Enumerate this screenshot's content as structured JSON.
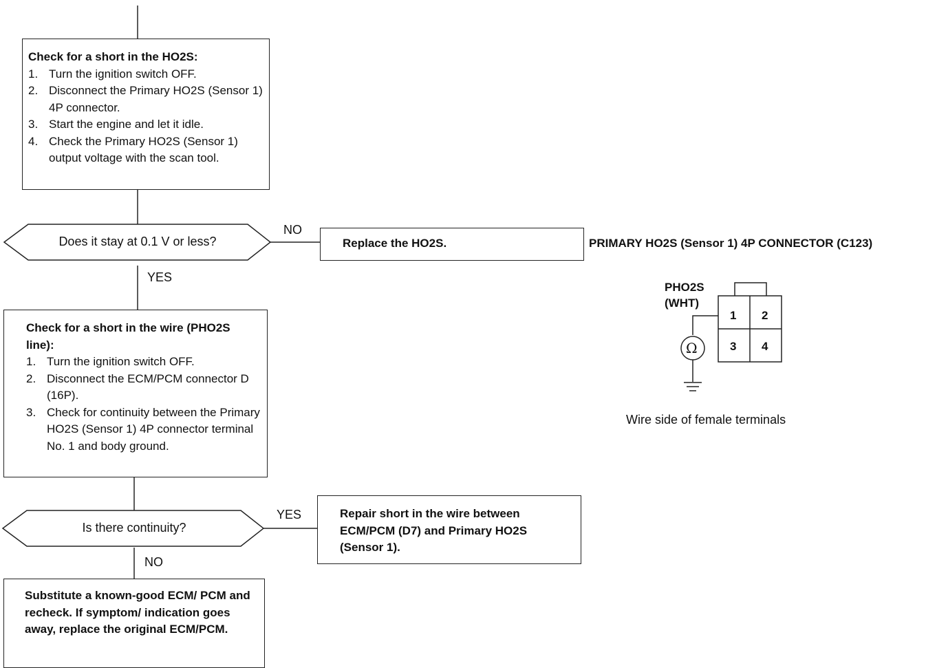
{
  "box1": {
    "title": "Check for a short in the HO2S:",
    "steps": [
      {
        "n": "1.",
        "t": "Turn the ignition switch OFF."
      },
      {
        "n": "2.",
        "t": "Disconnect the Primary HO2S (Sensor 1) 4P connector."
      },
      {
        "n": "3.",
        "t": "Start the engine and let it idle."
      },
      {
        "n": "4.",
        "t": "Check the Primary HO2S (Sensor 1) output voltage with the scan tool."
      }
    ]
  },
  "decision1": {
    "text": "Does it stay at 0.1 V or less?",
    "no": "NO",
    "yes": "YES"
  },
  "action1": "Replace the HO2S.",
  "box2": {
    "title": "Check for a short in the wire (PHO2S line):",
    "steps": [
      {
        "n": "1.",
        "t": "Turn the ignition switch OFF."
      },
      {
        "n": "2.",
        "t": "Disconnect the ECM/PCM connector D (16P)."
      },
      {
        "n": "3.",
        "t": "Check for continuity between the Primary HO2S (Sensor 1) 4P connector terminal No. 1 and body ground."
      }
    ]
  },
  "decision2": {
    "text": "Is there continuity?",
    "yes": "YES",
    "no": "NO"
  },
  "action2": "Repair short in the wire between ECM/PCM (D7) and Primary HO2S (Sensor 1).",
  "final": "Substitute a known-good ECM/ PCM and recheck. If symptom/ indication goes away, replace the original ECM/PCM.",
  "connector": {
    "title": "PRIMARY HO2S (Sensor 1) 4P CONNECTOR (C123)",
    "wire_label_1": "PHO2S",
    "wire_label_2": "(WHT)",
    "pins": [
      "1",
      "2",
      "3",
      "4"
    ],
    "meter": "Ω",
    "caption": "Wire side of female terminals"
  }
}
